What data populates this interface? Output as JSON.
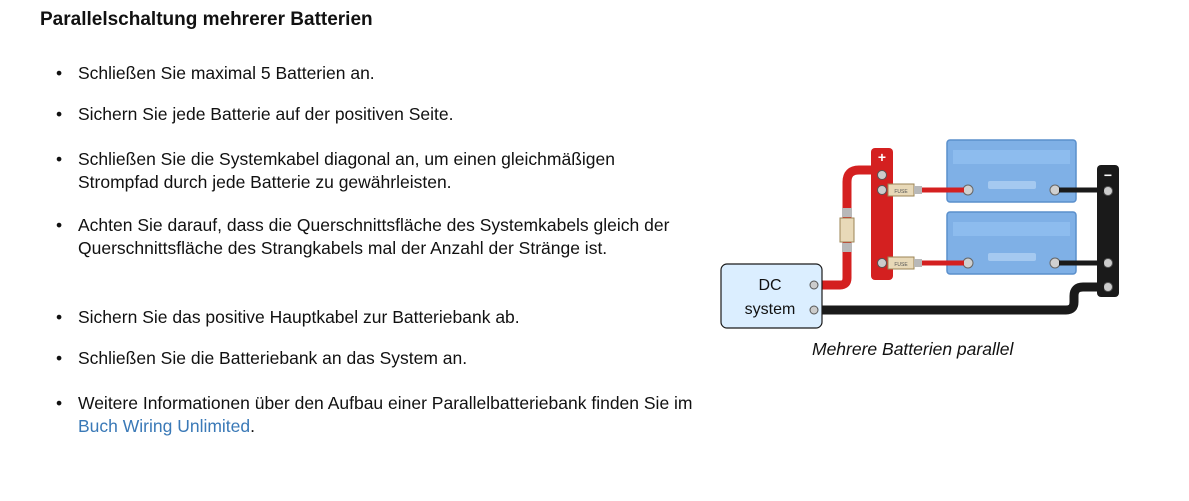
{
  "heading": "Parallelschaltung mehrerer Batterien",
  "bullets": [
    "Schließen Sie maximal 5 Batterien an.",
    "Sichern Sie jede Batterie auf der positiven Seite.",
    "Schließen Sie die Systemkabel diagonal an, um einen gleichmäßigen Strompfad durch jede Batterie zu gewährleisten.",
    "Achten Sie darauf, dass die Querschnittsfläche des Systemkabels gleich der Querschnittsfläche des Strangkabels mal der Anzahl der Stränge ist.",
    "Sichern Sie das positive Hauptkabel zur Batteriebank ab.",
    "Schließen Sie die Batteriebank an das System an."
  ],
  "last_bullet": {
    "prefix": "Weitere Informationen über den Aufbau einer Parallelbatteriebank finden Sie im ",
    "link_text": "Buch Wiring Unlimited",
    "suffix": "."
  },
  "bullet_symbol": "•",
  "diagram": {
    "system_label_line1": "DC",
    "system_label_line2": "system",
    "plus_sign": "+",
    "minus_sign": "−",
    "fuse_label": "FUSE",
    "caption": "Mehrere Batterien parallel",
    "colors": {
      "positive_cable": "#d42020",
      "negative_cable": "#1a1a1a",
      "battery": "#7fb0e6",
      "system_box": "#dbeeff"
    }
  }
}
